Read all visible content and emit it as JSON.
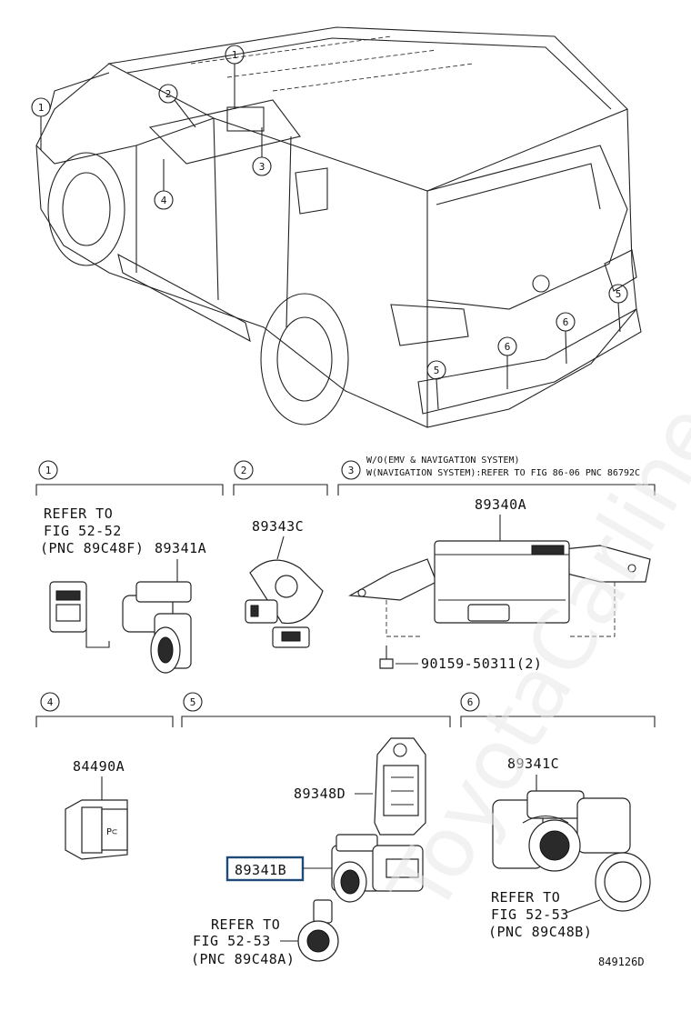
{
  "watermark": "ToyotaCarline.ru",
  "callouts": {
    "c1": "1",
    "c2": "2",
    "c3": "3",
    "c4": "4",
    "c5": "5",
    "c6": "6"
  },
  "sections": {
    "s1": {
      "num": "1",
      "refer_line1": "REFER TO",
      "refer_line2": "FIG 52-52",
      "refer_line3": "(PNC 89C48F)",
      "part": "89341A"
    },
    "s2": {
      "num": "2",
      "part": "89343C"
    },
    "s3": {
      "num": "3",
      "note1": "W/O(EMV & NAVIGATION SYSTEM)",
      "note2": "W(NAVIGATION SYSTEM):REFER TO FIG 86-06 PNC 86792C",
      "part": "89340A",
      "bolt": "90159-50311(2)"
    },
    "s4": {
      "num": "4",
      "part": "84490A",
      "switch_text": "P⊂"
    },
    "s5": {
      "num": "5",
      "part_holder": "89348D",
      "part_sensor": "89341B",
      "refer_line1": "REFER TO",
      "refer_line2": "FIG 52-53",
      "refer_line3": "(PNC 89C48A)"
    },
    "s6": {
      "num": "6",
      "part": "89341C",
      "refer_line1": "REFER TO",
      "refer_line2": "FIG 52-53",
      "refer_line3": "(PNC 89C48B)"
    }
  },
  "diagram_id": "849126D"
}
